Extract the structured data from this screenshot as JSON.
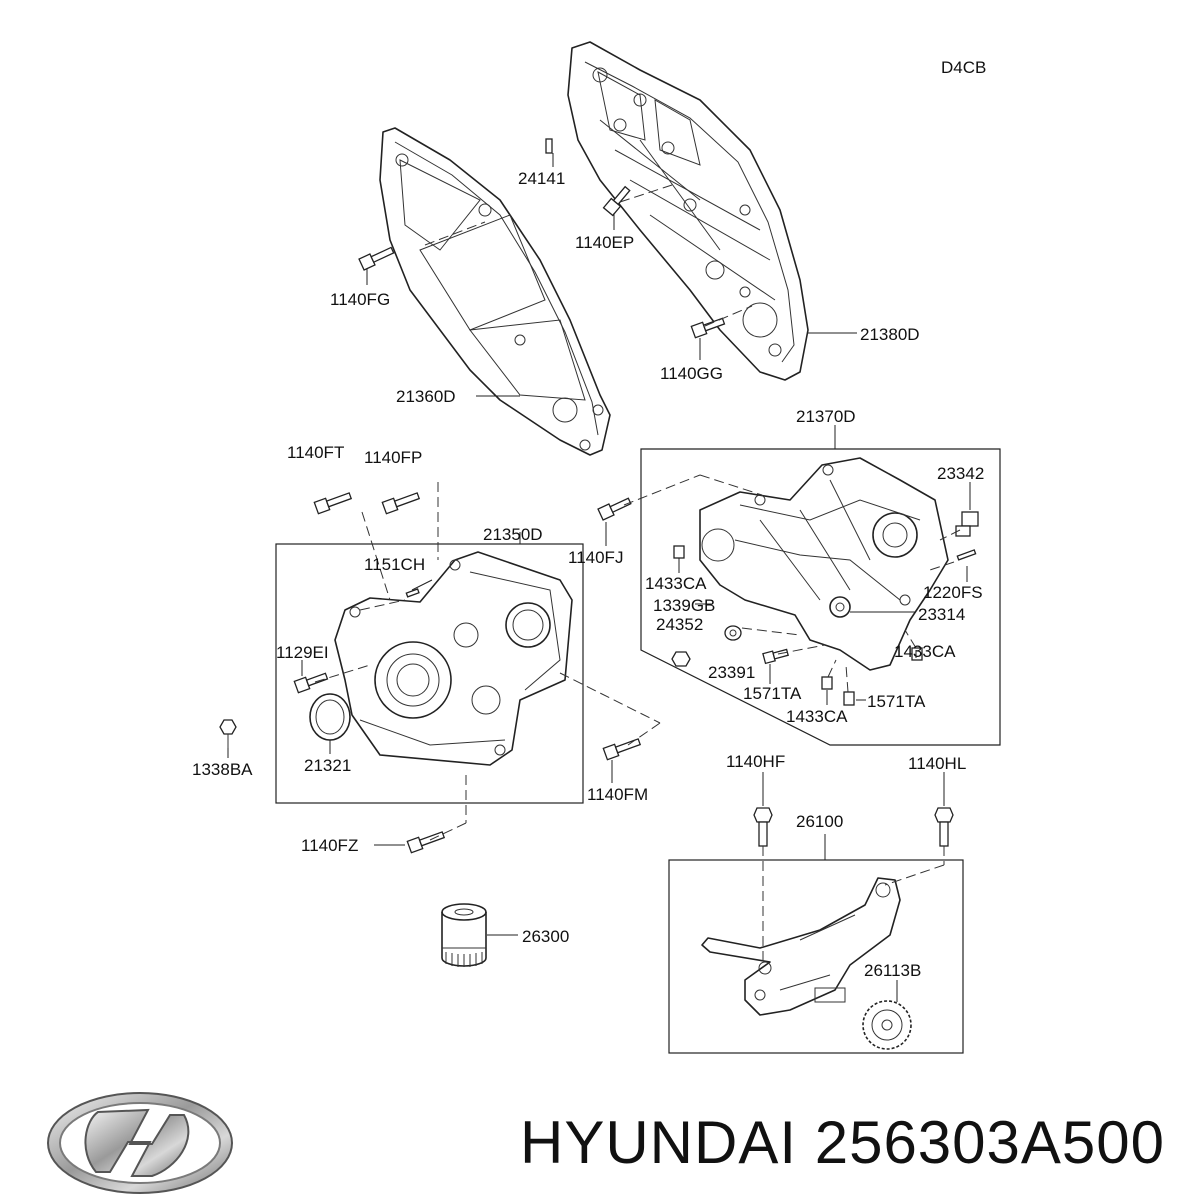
{
  "diagram": {
    "engine_code": "D4CB",
    "labels": {
      "p24141": "24141",
      "p1140EP": "1140EP",
      "p1140FG": "1140FG",
      "p21380D": "21380D",
      "p1140GG": "1140GG",
      "p21360D": "21360D",
      "p21370D": "21370D",
      "p23342": "23342",
      "p1140FT": "1140FT",
      "p1140FP": "1140FP",
      "p21350D": "21350D",
      "p1151CH": "1151CH",
      "p1140FJ": "1140FJ",
      "p1433CA_a": "1433CA",
      "p1220FS": "1220FS",
      "p1339GB": "1339GB",
      "p23314": "23314",
      "p24352": "24352",
      "p1129EI": "1129EI",
      "p1433CA_b": "1433CA",
      "p23391": "23391",
      "p1571TA_a": "1571TA",
      "p1571TA_b": "1571TA",
      "p1433CA_c": "1433CA",
      "p1338BA": "1338BA",
      "p21321": "21321",
      "p1140FM": "1140FM",
      "p1140HF": "1140HF",
      "p1140HL": "1140HL",
      "p26100": "26100",
      "p1140FZ": "1140FZ",
      "p26300": "26300",
      "p26113B": "26113B"
    }
  },
  "brand": {
    "logo_icon": "hyundai-logo-icon",
    "name": "HYUNDAI",
    "part_number": "256303A500",
    "caption": "HYUNDAI 256303A500"
  }
}
